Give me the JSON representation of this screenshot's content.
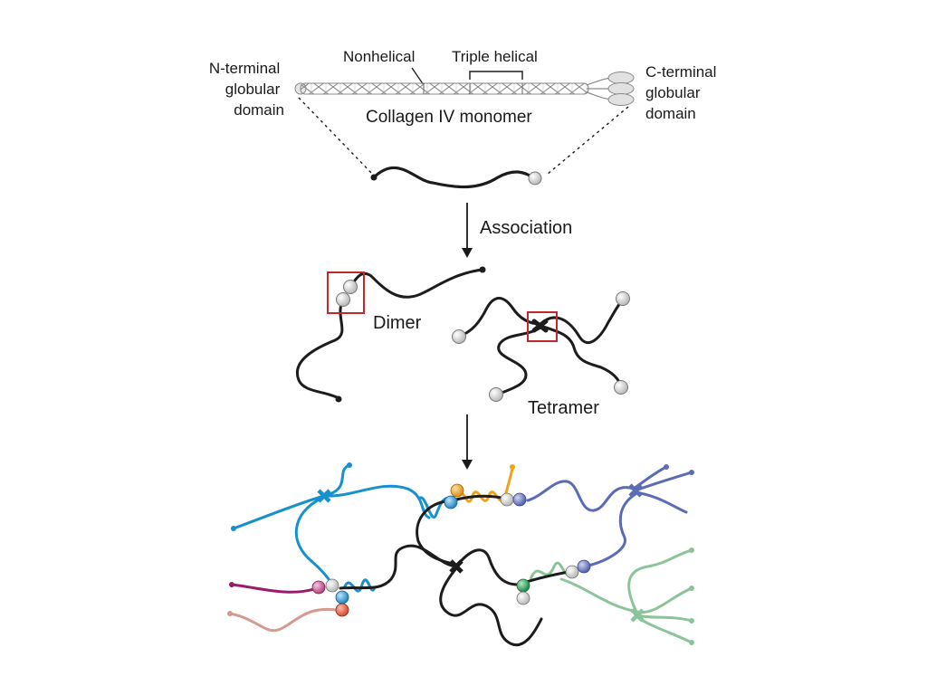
{
  "monomer": {
    "n_terminal_lines": [
      "N-terminal",
      "globular",
      "domain"
    ],
    "c_terminal_lines": [
      "C-terminal",
      "globular",
      "domain"
    ],
    "nonhelical": "Nonhelical",
    "triple_helical": "Triple helical",
    "title": "Collagen IV monomer"
  },
  "steps": {
    "association": "Association",
    "dimer": "Dimer",
    "tetramer": "Tetramer"
  },
  "colors": {
    "strand": "#1c1c1c",
    "highlight_box": "#c0282d",
    "blue": "#1790cf",
    "orange": "#f0a21c",
    "slate": "#5a6cb5",
    "green": "#8cc49a",
    "magenta": "#9c1a6e",
    "rose": "#d69a8e",
    "sphere": "#e8e8e8"
  },
  "icons": {
    "arrow": "down-arrow-icon"
  }
}
